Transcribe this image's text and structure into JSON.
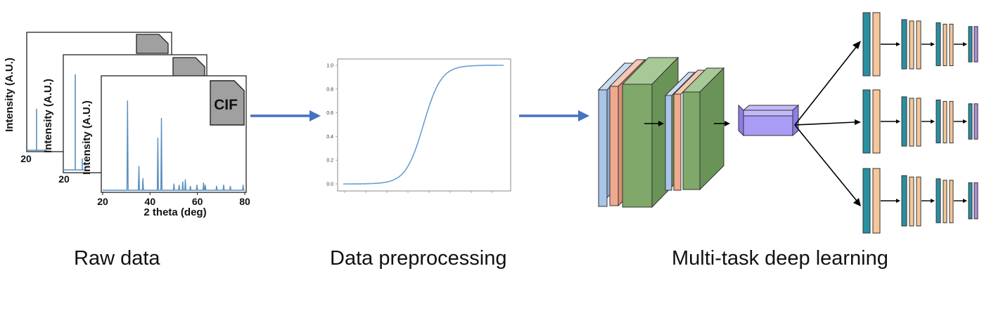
{
  "colors": {
    "arrow": "#4472c4",
    "spectrum": "#5a8fc0",
    "curve": "#6b9fd0",
    "cif_fill": "#a0a0a0",
    "layer_blue": "#a9c5e8",
    "layer_orange": "#f0a98e",
    "layer_green": "#7fa86a",
    "fc_teal": "#2a8fa0",
    "fc_peach": "#f5c79a",
    "fc_purple": "#b38bd9",
    "bottleneck": "#a99cf5"
  },
  "raw_data": {
    "cif_label": "CIF",
    "y_axis_label": "Intensity (A.U.)",
    "x_axis_label": "2 theta (deg)",
    "x_ticks": [
      "20",
      "40",
      "60",
      "80"
    ],
    "back_x_tick": "20",
    "peaks": [
      {
        "x": 30.5,
        "h": 0.82
      },
      {
        "x": 35.3,
        "h": 0.22
      },
      {
        "x": 37.0,
        "h": 0.11
      },
      {
        "x": 43.3,
        "h": 0.48
      },
      {
        "x": 44.8,
        "h": 0.66
      },
      {
        "x": 50.1,
        "h": 0.06
      },
      {
        "x": 52.3,
        "h": 0.05
      },
      {
        "x": 53.8,
        "h": 0.08
      },
      {
        "x": 54.9,
        "h": 0.1
      },
      {
        "x": 57.0,
        "h": 0.04
      },
      {
        "x": 59.8,
        "h": 0.05
      },
      {
        "x": 62.6,
        "h": 0.07
      },
      {
        "x": 63.3,
        "h": 0.05
      },
      {
        "x": 68.1,
        "h": 0.04
      },
      {
        "x": 71.1,
        "h": 0.05
      },
      {
        "x": 73.9,
        "h": 0.04
      },
      {
        "x": 79.3,
        "h": 0.05
      }
    ]
  },
  "preprocessing": {
    "y_ticks": [
      "0.0",
      "0.2",
      "0.4",
      "0.6",
      "0.8",
      "1.0"
    ]
  },
  "captions": {
    "raw": "Raw data",
    "preprocessing": "Data preprocessing",
    "deep_learning": "Multi-task deep learning"
  }
}
